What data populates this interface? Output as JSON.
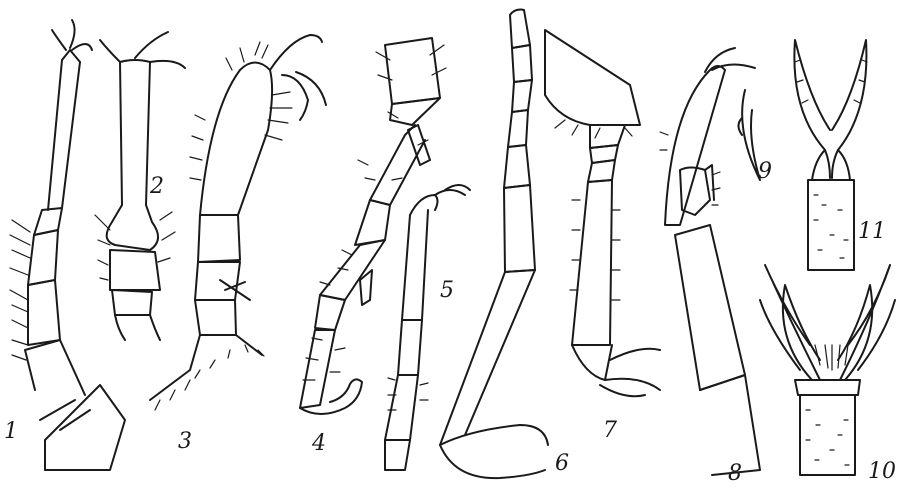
{
  "figures": [
    {
      "id": "fig-1",
      "label": "1"
    },
    {
      "id": "fig-2",
      "label": "2"
    },
    {
      "id": "fig-3",
      "label": "3"
    },
    {
      "id": "fig-4",
      "label": "4"
    },
    {
      "id": "fig-5",
      "label": "5"
    },
    {
      "id": "fig-6",
      "label": "6"
    },
    {
      "id": "fig-7",
      "label": "7"
    },
    {
      "id": "fig-8",
      "label": "8"
    },
    {
      "id": "fig-9",
      "label": "9"
    },
    {
      "id": "fig-10",
      "label": "10"
    },
    {
      "id": "fig-11",
      "label": "11"
    }
  ],
  "colors": {
    "ink": "#1a1a1a",
    "paper": "#ffffff"
  }
}
